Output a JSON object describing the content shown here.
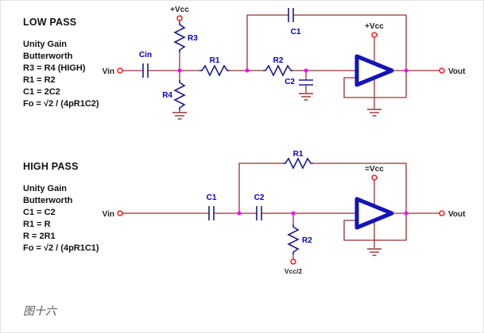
{
  "page": {
    "caption": "图十六"
  },
  "low_pass": {
    "title": "LOW PASS",
    "notes": [
      "Unity Gain",
      "Butterworth",
      "R3 = R4 (HIGH)",
      "R1 = R2",
      "C1 = 2C2",
      "Fo = √2 / (4pR1C2)"
    ],
    "labels": {
      "vin": "Vin",
      "cin": "Cin",
      "vcc_rail": "+Vcc",
      "r3": "R3",
      "r4": "R4",
      "r1": "R1",
      "r2": "R2",
      "c1": "C1",
      "c2": "C2",
      "vcc_amp": "+Vcc",
      "vout": "Vout"
    }
  },
  "high_pass": {
    "title": "HIGH PASS",
    "notes": [
      "Unity Gain",
      "Butterworth",
      "C1 = C2",
      "R1 = R",
      "R = 2R1",
      "Fo = √2 / (4pR1C1)"
    ],
    "labels": {
      "vin": "Vin",
      "c1": "C1",
      "c2": "C2",
      "r1": "R1",
      "r2": "R2",
      "vcc_amp": "=Vcc",
      "vcc_half": "Vcc/2",
      "vout": "Vout"
    }
  },
  "colors": {
    "wire": "#993333",
    "component": "#1a1a8c",
    "label_blue": "#0000cc",
    "node_dot": "#ff00ff",
    "terminal": "#ff0000",
    "opamp": "#1414b8"
  }
}
